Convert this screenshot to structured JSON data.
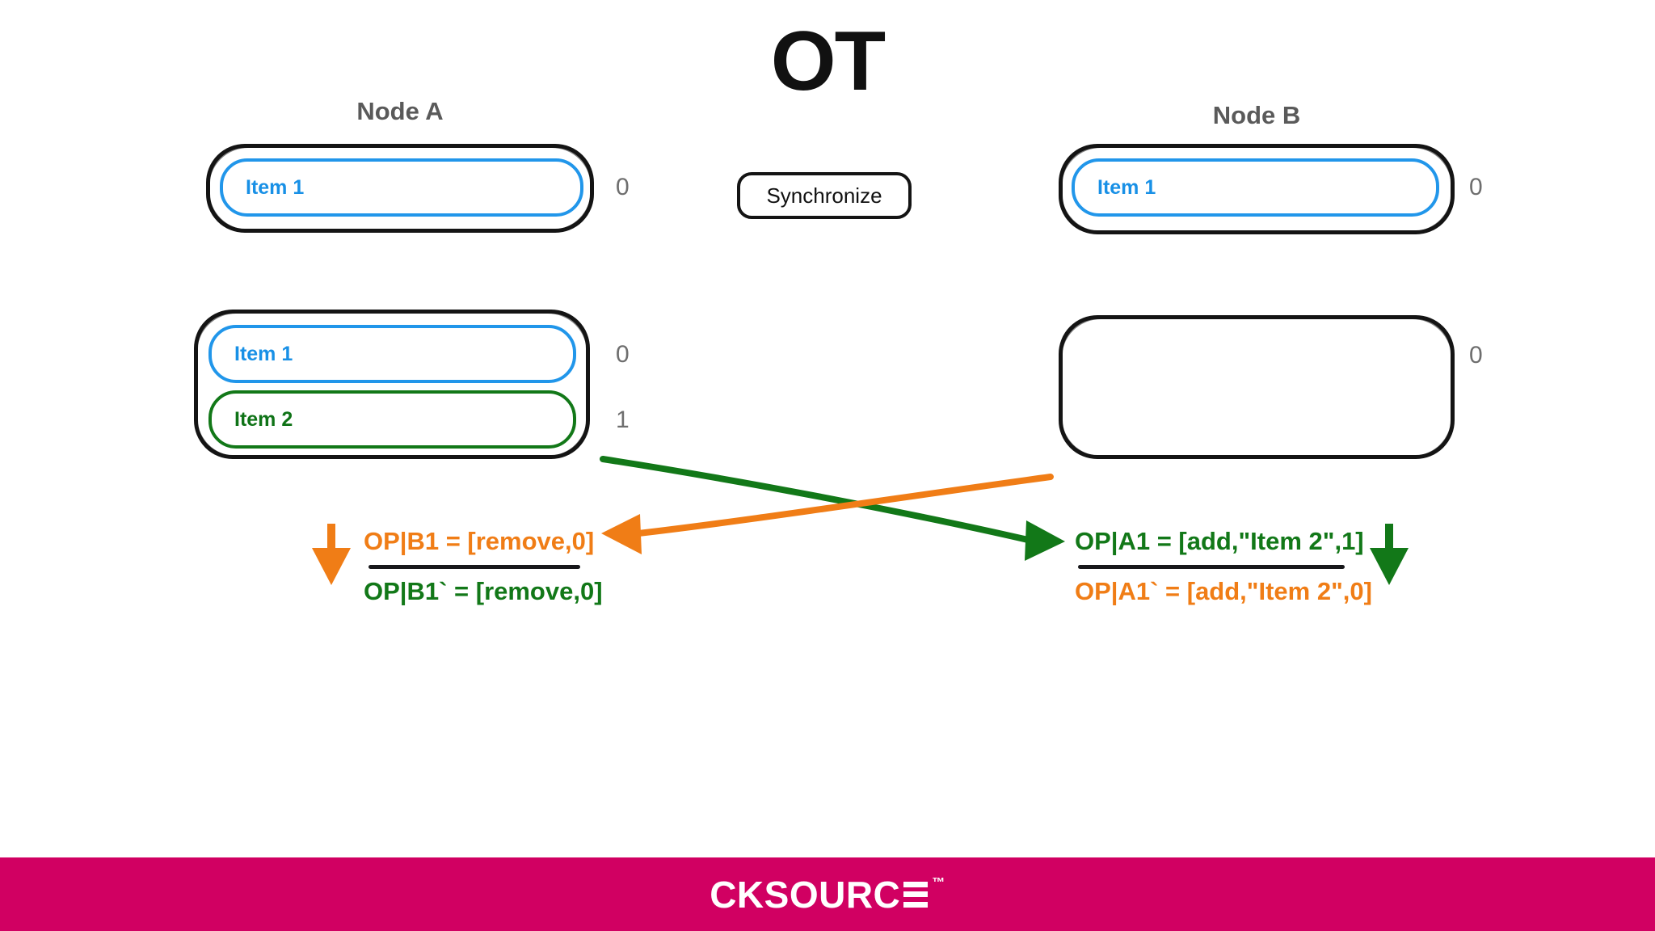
{
  "title": "OT",
  "sync_button": {
    "label": "Synchronize"
  },
  "nodes": [
    {
      "id": "node-a",
      "label": "Node A",
      "states": [
        {
          "items": [
            {
              "text": "Item 1",
              "color": "blue",
              "index": "0"
            }
          ]
        },
        {
          "items": [
            {
              "text": "Item 1",
              "color": "blue",
              "index": "0"
            },
            {
              "text": "Item 2",
              "color": "green",
              "index": "1"
            }
          ]
        }
      ]
    },
    {
      "id": "node-b",
      "label": "Node B",
      "states": [
        {
          "items": [
            {
              "text": "Item 1",
              "color": "blue",
              "index": "0"
            }
          ]
        },
        {
          "items": [],
          "index": "0"
        }
      ]
    }
  ],
  "operations": {
    "left": {
      "original": "OP|B1 = [remove,0]",
      "original_color": "orange",
      "transformed": "OP|B1` = [remove,0]",
      "transformed_color": "green"
    },
    "right": {
      "original": "OP|A1 = [add,\"Item 2\",1]",
      "original_color": "green",
      "transformed": "OP|A1` = [add,\"Item 2\",0]",
      "transformed_color": "orange"
    }
  },
  "arrows": [
    {
      "name": "a-to-b-arrow",
      "color": "#127818",
      "from": "node-a-state2",
      "to": "op-right"
    },
    {
      "name": "b-to-a-arrow",
      "color": "#f07d16",
      "from": "node-b-state2",
      "to": "op-left"
    },
    {
      "name": "op-left-down-arrow",
      "color": "#f07d16"
    },
    {
      "name": "op-right-down-arrow",
      "color": "#127818"
    }
  ],
  "footer": {
    "logo_ck": "CK",
    "logo_source": "SOURC",
    "logo_tm": "™"
  },
  "colors": {
    "blue": "#2196ea",
    "green": "#127818",
    "orange": "#f07d16",
    "black": "#141414",
    "gray": "#5a5a5a",
    "brand_pink": "#d10062"
  }
}
